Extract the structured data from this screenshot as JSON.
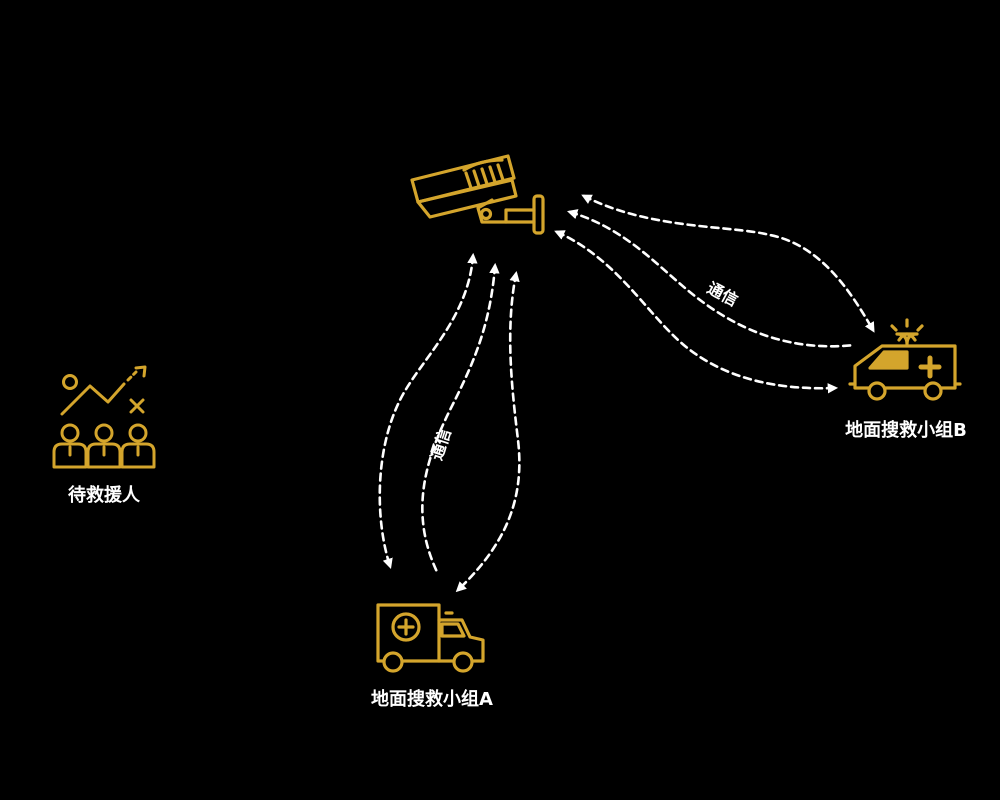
{
  "colors": {
    "background": "#000000",
    "icon": "#D4A52C",
    "link": "#FFFFFF",
    "label": "#FFFFFF"
  },
  "nodes": {
    "people_label": "待救援人",
    "team_a_label": "地面搜救小组A",
    "team_b_label": "地面搜救小组B"
  },
  "links": {
    "camera_team_b_label": "通信",
    "camera_team_a_label": "通信"
  },
  "icons": {
    "camera": "surveillance-camera-icon",
    "people": "people-group-icon",
    "team_a": "ambulance-truck-icon",
    "team_b": "ambulance-van-icon"
  }
}
